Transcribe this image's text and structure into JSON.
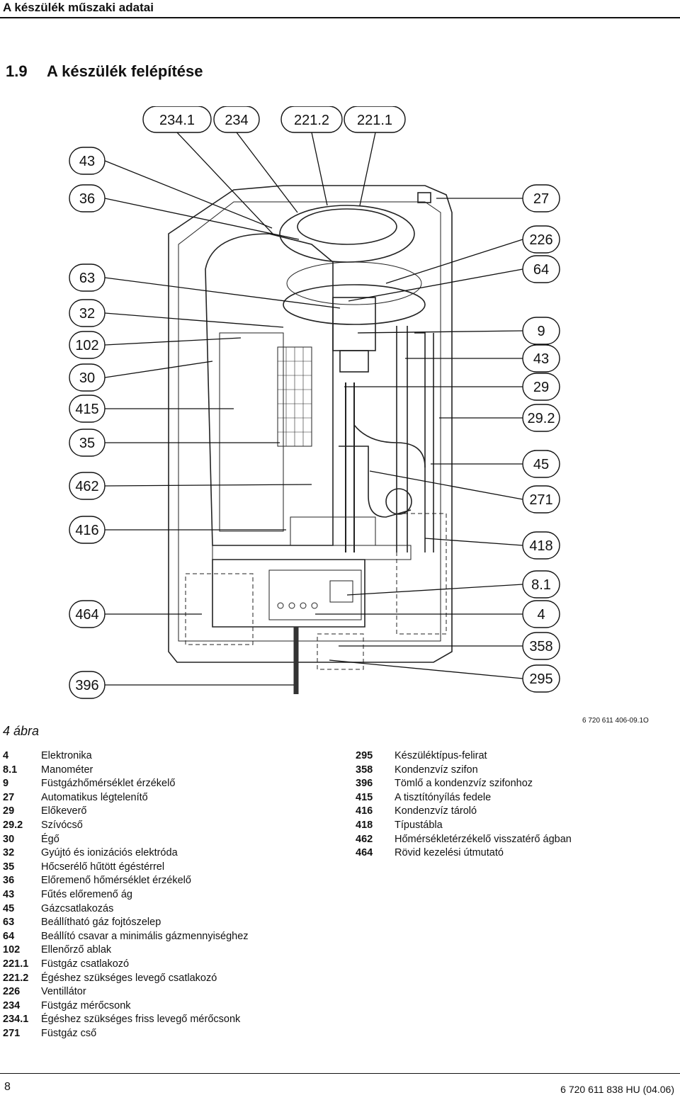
{
  "header": {
    "title": "A készülék műszaki adatai"
  },
  "section": {
    "number": "1.9",
    "title": "A készülék felépítése"
  },
  "figure": {
    "top_labels": [
      "234.1",
      "234",
      "221.2",
      "221.1"
    ],
    "left_labels": [
      "43",
      "36",
      "63",
      "32",
      "102",
      "30",
      "415",
      "35",
      "462",
      "416",
      "464",
      "396"
    ],
    "right_labels": [
      "27",
      "226",
      "64",
      "9",
      "43",
      "29",
      "29.2",
      "45",
      "271",
      "418",
      "8.1",
      "4",
      "358",
      "295"
    ],
    "reference": "6 720 611 406-09.1O",
    "caption": "4 ábra"
  },
  "legend_left": [
    {
      "key": "4",
      "text": "Elektronika"
    },
    {
      "key": "8.1",
      "text": "Manométer"
    },
    {
      "key": "9",
      "text": "Füstgázhőmérséklet érzékelő"
    },
    {
      "key": "27",
      "text": "Automatikus légtelenítő"
    },
    {
      "key": "29",
      "text": "Előkeverő"
    },
    {
      "key": "29.2",
      "text": "Szívócső"
    },
    {
      "key": "30",
      "text": "Égő"
    },
    {
      "key": "32",
      "text": "Gyújtó és ionizációs elektróda"
    },
    {
      "key": "35",
      "text": "Hőcserélő hűtött égéstérrel"
    },
    {
      "key": "36",
      "text": "Előremenő hőmérséklet érzékelő"
    },
    {
      "key": "43",
      "text": "Fűtés előremenő ág"
    },
    {
      "key": "45",
      "text": "Gázcsatlakozás"
    },
    {
      "key": "63",
      "text": "Beállítható gáz fojtószelep"
    },
    {
      "key": "64",
      "text": "Beállító csavar a minimális gázmennyiséghez"
    },
    {
      "key": "102",
      "text": "Ellenőrző ablak"
    },
    {
      "key": "221.1",
      "text": "Füstgáz csatlakozó"
    },
    {
      "key": "221.2",
      "text": "Égéshez szükséges levegő csatlakozó"
    },
    {
      "key": "226",
      "text": "Ventillátor"
    },
    {
      "key": "234",
      "text": "Füstgáz mérőcsonk"
    },
    {
      "key": "234.1",
      "text": "Égéshez szükséges friss levegő mérőcsonk"
    },
    {
      "key": "271",
      "text": "Füstgáz cső"
    }
  ],
  "legend_right": [
    {
      "key": "295",
      "text": "Készüléktípus-felirat"
    },
    {
      "key": "358",
      "text": "Kondenzvíz szifon"
    },
    {
      "key": "396",
      "text": "Tömlő a kondenzvíz szifonhoz"
    },
    {
      "key": "415",
      "text": "A tisztítónyílás fedele"
    },
    {
      "key": "416",
      "text": "Kondenzvíz tároló"
    },
    {
      "key": "418",
      "text": "Típustábla"
    },
    {
      "key": "462",
      "text": "Hőmérsékletérzékelő visszatérő ágban"
    },
    {
      "key": "464",
      "text": "Rövid kezelési útmutató"
    }
  ],
  "footer": {
    "page": "8",
    "doc": "6 720 611 838 HU (04.06)"
  }
}
